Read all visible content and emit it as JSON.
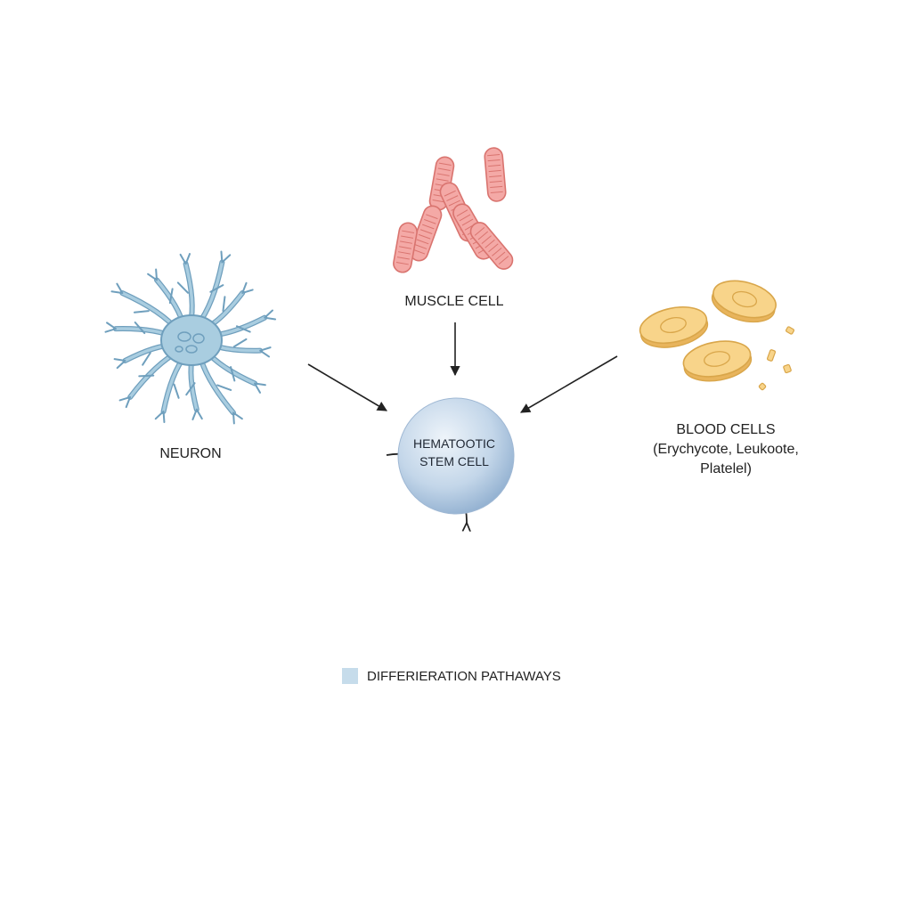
{
  "diagram": {
    "nodes": {
      "center": {
        "line1": "HEMATOOTIC",
        "line2": "STEM CELL"
      },
      "muscle": {
        "label": "MUSCLE CELL"
      },
      "neuron": {
        "label": "NEURON"
      },
      "blood": {
        "line1": "BLOOD CELLS",
        "line2": "(Erychycote, Leukoote,",
        "line3": "Platelel)"
      }
    },
    "legend": {
      "label": "DIFFERIERATION PATHAWAYS",
      "swatch_color": "#c6dceb"
    },
    "colors": {
      "neuron": "#a9cde0",
      "neuron_outline": "#6f9fbd",
      "muscle": "#f4a9a6",
      "muscle_outline": "#d9746f",
      "blood": "#f8d48a",
      "blood_outline": "#d9a64a",
      "stem_cell": "#b9cde3",
      "arrow": "#222222"
    }
  }
}
